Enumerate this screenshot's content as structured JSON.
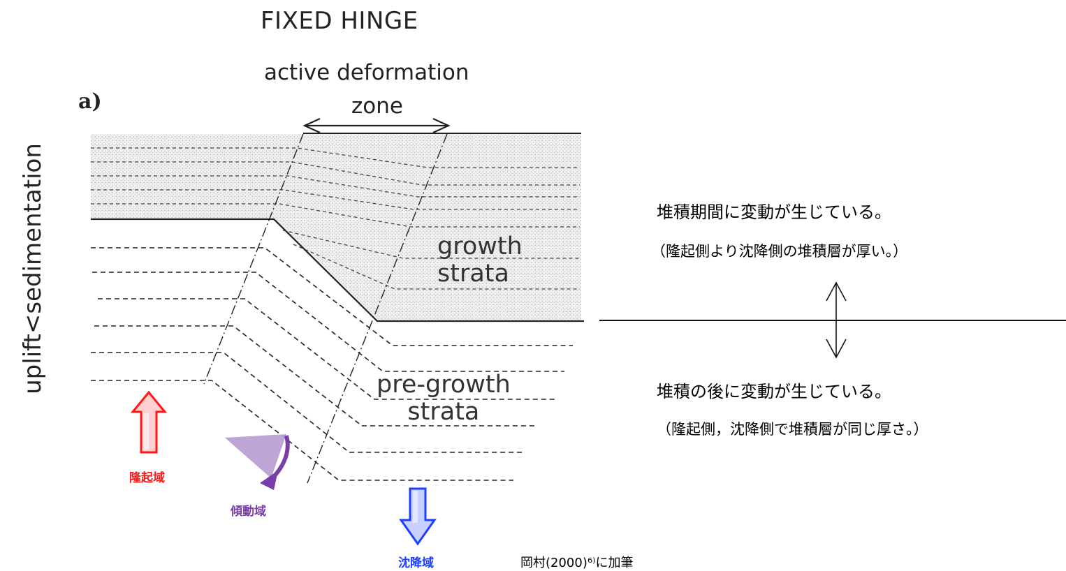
{
  "title": "FIXED HINGE",
  "zone_label_line1": "active deformation",
  "zone_label_line2": "zone",
  "panel_label": "a)",
  "vertical_label": "uplift<sedimentation",
  "growth_label_line1": "growth",
  "growth_label_line2": "strata",
  "pre_growth_label_line1": "pre-growth",
  "pre_growth_label_line2": "strata",
  "upper_note_main": "堆積期間に変動が生じている。",
  "upper_note_sub": "（隆起側より沈降側の堆積層が厚い。）",
  "lower_note_main": "堆積の後に変動が生じている。",
  "lower_note_sub": "（隆起側，沈降側で堆積層が同じ厚さ。）",
  "uplift_zone_label": "隆起域",
  "tilt_zone_label": "傾動域",
  "subsidence_zone_label": "沈降域",
  "citation": "岡村(2000)⁶⁾に加筆",
  "colors": {
    "uplift": "#ff1a1a",
    "tilt": "#7a3ea8",
    "tilt_fill": "#b9a0d4",
    "subsidence": "#1d3fff",
    "strata_stipple": "#d8d8d8"
  }
}
